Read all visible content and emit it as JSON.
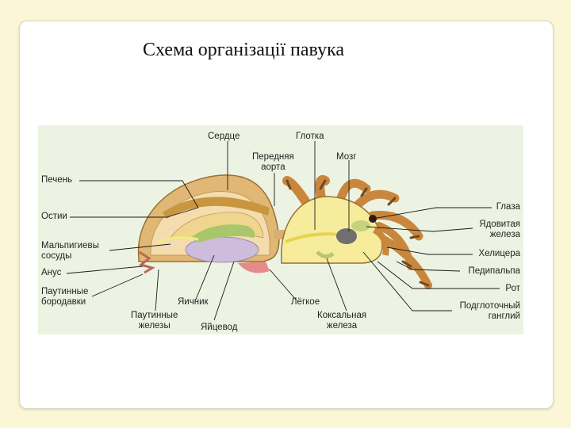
{
  "slide": {
    "title": "Схема організації павука"
  },
  "diagram": {
    "labels": {
      "serdtse": "Сердце",
      "glotka": "Глотка",
      "perednyaya_aorta": "Передняя\nаорта",
      "mozg": "Мозг",
      "pechen": "Печень",
      "glaza": "Глаза",
      "ostii": "Остии",
      "yadovitaya_zheleza": "Ядовитая\nжелеза",
      "malpigievy_sosudy": "Мальпигиевы\nсосуды",
      "khelitsera": "Хелицера",
      "anus": "Анус",
      "pedipalpa": "Педипальпа",
      "pautinnye_borodavki": "Паутинные\nбородавки",
      "rot": "Рот",
      "yaichnik": "Яичник",
      "legkoe": "Лёгкое",
      "podglotochny_ganglii": "Подглоточный\nганглий",
      "pautinnye_zhelezy": "Паутинные\nжелезы",
      "yaitsevod": "Яйцевод",
      "koksalnaya_zheleza": "Коксальная\nжелеза"
    },
    "colors": {
      "background": "#fbf7d6",
      "panel": "#edf3e2",
      "abdomen_shell": "#e0b774",
      "heart": "#c7963f",
      "gut": "#a8c66a",
      "ovary": "#cdbcdc",
      "nerve": "#f3ec82",
      "brain": "#6f6f6f",
      "leg": "#c9873e"
    }
  }
}
